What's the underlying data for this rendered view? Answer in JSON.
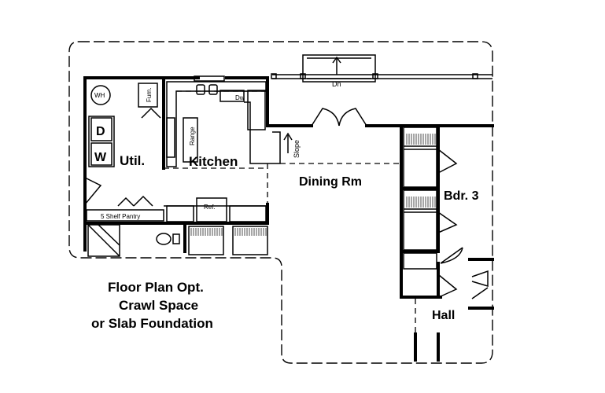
{
  "rooms": {
    "util": "Util.",
    "kitchen": "Kitchen",
    "dining": "Dining Rm",
    "bedroom": "Bdr. 3",
    "hall": "Hall"
  },
  "fixtures": {
    "water_heater": "WH",
    "furnace": "Furn.",
    "dryer": "D",
    "washer": "W",
    "range": "Range",
    "dishwasher": "Dw",
    "refrigerator": "Ref.",
    "pantry": "5 Shelf Pantry",
    "slope": "Slope",
    "down": "Dn"
  },
  "caption": {
    "line1": "Floor Plan Opt.",
    "line2": "Crawl Space",
    "line3": "or Slab Foundation"
  }
}
